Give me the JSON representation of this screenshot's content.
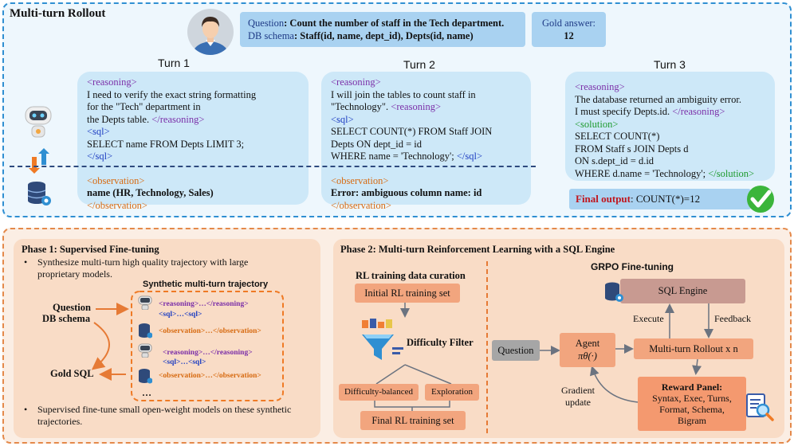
{
  "rollout": {
    "title": "Multi-turn Rollout",
    "question_label": "Question",
    "question_text": ": Count the number of staff in the Tech department.",
    "schema_label": "DB schema",
    "schema_text": ": Staff(id, name, dept_id), Depts(id, name)",
    "gold_label": "Gold answer:",
    "gold_value": "12",
    "turns": [
      {
        "label": "Turn 1",
        "reasoning_open": "<reasoning>",
        "reasoning_1": "I need to verify the exact string formatting",
        "reasoning_2": "for the \"Tech\" department in",
        "reasoning_3": "the Depts table. ",
        "reasoning_close": "</reasoning>",
        "sql_open": "<sql>",
        "sql_1": "SELECT name FROM Depts LIMIT 3;",
        "sql_close": "</sql>",
        "obs_open": "<observation>",
        "obs_1": "name (HR, Technology, Sales)",
        "obs_close": "</observation>"
      },
      {
        "label": "Turn 2",
        "reasoning_open": "<reasoning>",
        "reasoning_1": "I will join the tables to count staff in",
        "reasoning_2": "\"Technology\". ",
        "reasoning_close": "<reasoning>",
        "sql_open": "<sql>",
        "sql_1": "SELECT COUNT(*)  FROM Staff JOIN",
        "sql_2": "Depts ON dept_id = id",
        "sql_3": "WHERE name = 'Technology'; ",
        "sql_close": "</sql>",
        "obs_open": "<observation>",
        "obs_1": "Error",
        "obs_2": ": ambiguous column name: id",
        "obs_close": "</observation>"
      },
      {
        "label": "Turn 3",
        "reasoning_open": "<reasoning>",
        "reasoning_1": "The database returned an ambiguity error.",
        "reasoning_2": "I must specify Depts.id. ",
        "reasoning_close": "</reasoning>",
        "solution_open": "<solution>",
        "sol_1": "SELECT COUNT(*)",
        "sol_2": "FROM Staff s  JOIN Depts d",
        "sol_3": "ON s.dept_id = d.id",
        "sol_4": "WHERE d.name = 'Technology'; ",
        "solution_close": "</solution>"
      }
    ],
    "final_label": "Final output",
    "final_value": ": COUNT(*)=12"
  },
  "phase1": {
    "title": "Phase 1: Supervised Fine-tuning",
    "bullet1": "Synthesize multi-turn high quality trajectory with large proprietary models.",
    "synthetic_title": "Synthetic multi-turn trajectory",
    "question": "Question",
    "db_schema": "DB schema",
    "gold_sql": "Gold SQL",
    "traj_reasoning": "<reasoning>…</reasoning>",
    "traj_sql": "<sql>…<sql>",
    "traj_obs": "<observation>…</observation>",
    "ellipsis": "…",
    "bullet2": "Supervised fine-tune small open-weight models on these synthetic trajectories."
  },
  "phase2": {
    "title": "Phase 2: Multi-turn Reinforcement Learning with a SQL Engine",
    "curation_title": "RL training data curation",
    "initial_set": "Initial RL training set",
    "difficulty_filter": "Difficulty Filter",
    "difficulty_balanced": "Difficulty-balanced",
    "exploration": "Exploration",
    "final_set": "Final RL training set",
    "grpo_title": "GRPO Fine-tuning",
    "sql_engine": "SQL Engine",
    "execute": "Execute",
    "feedback": "Feedback",
    "question": "Question",
    "agent": "Agent",
    "agent_policy": "πθ(·)",
    "rollout": "Multi-turn Rollout x n",
    "gradient": "Gradient",
    "update": "update",
    "reward_title": "Reward Panel",
    "reward_colon": ":",
    "reward_1": "Syntax, Exec, Turns,",
    "reward_2": "Format, Schema,",
    "reward_3": "Bigram"
  },
  "colors": {
    "top_border": "#2f8fd2",
    "bottom_border": "#e4894a",
    "reasoning_tag": "#7b2fa8",
    "sql_tag": "#1e3ec2",
    "observation_tag": "#d76a10",
    "solution_tag": "#1d9a2d",
    "check": "#3bb53b"
  }
}
